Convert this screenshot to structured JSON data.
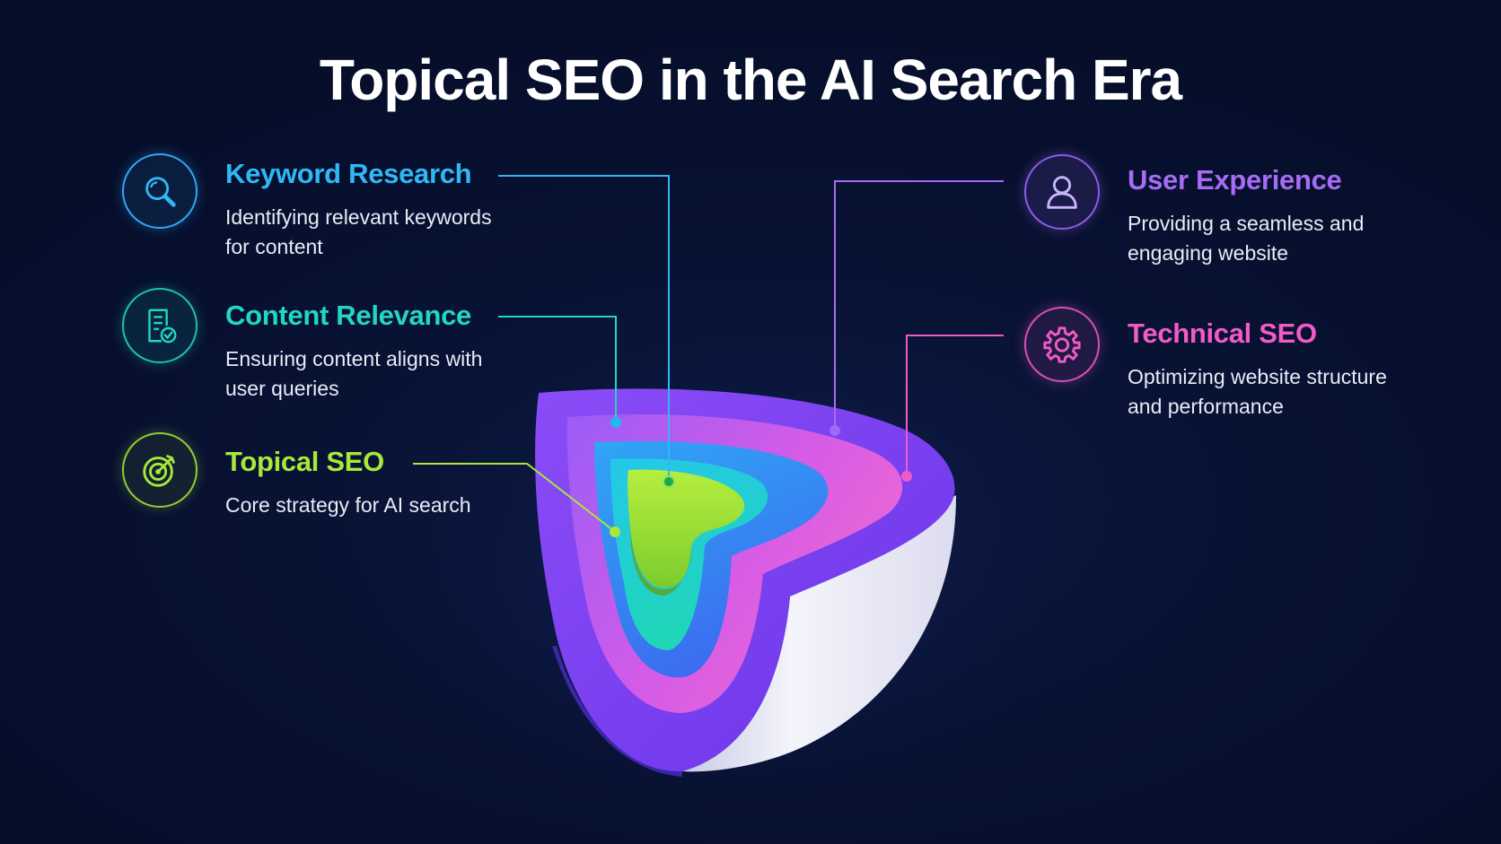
{
  "title": "Topical SEO in the AI Search Era",
  "colors": {
    "background": "#060e2b",
    "keyword_research": "#2fb8f5",
    "content_relevance": "#22d6c2",
    "topical_seo": "#a8e83a",
    "user_experience": "#a66cf5",
    "technical_seo": "#f25ac8"
  },
  "items": {
    "keyword_research": {
      "title": "Keyword Research",
      "desc_line1": "Identifying relevant keywords",
      "desc_line2": "for content",
      "icon": "search-icon"
    },
    "content_relevance": {
      "title": "Content Relevance",
      "desc_line1": "Ensuring content aligns with",
      "desc_line2": "user queries",
      "icon": "document-check-icon"
    },
    "topical_seo": {
      "title": "Topical SEO",
      "desc_line1": "Core strategy for AI search",
      "icon": "target-icon"
    },
    "user_experience": {
      "title": "User Experience",
      "desc_line1": "Providing a seamless and",
      "desc_line2": "engaging website",
      "icon": "user-icon"
    },
    "technical_seo": {
      "title": "Technical SEO",
      "desc_line1": "Optimizing website structure",
      "desc_line2": "and performance",
      "icon": "gear-icon"
    }
  }
}
